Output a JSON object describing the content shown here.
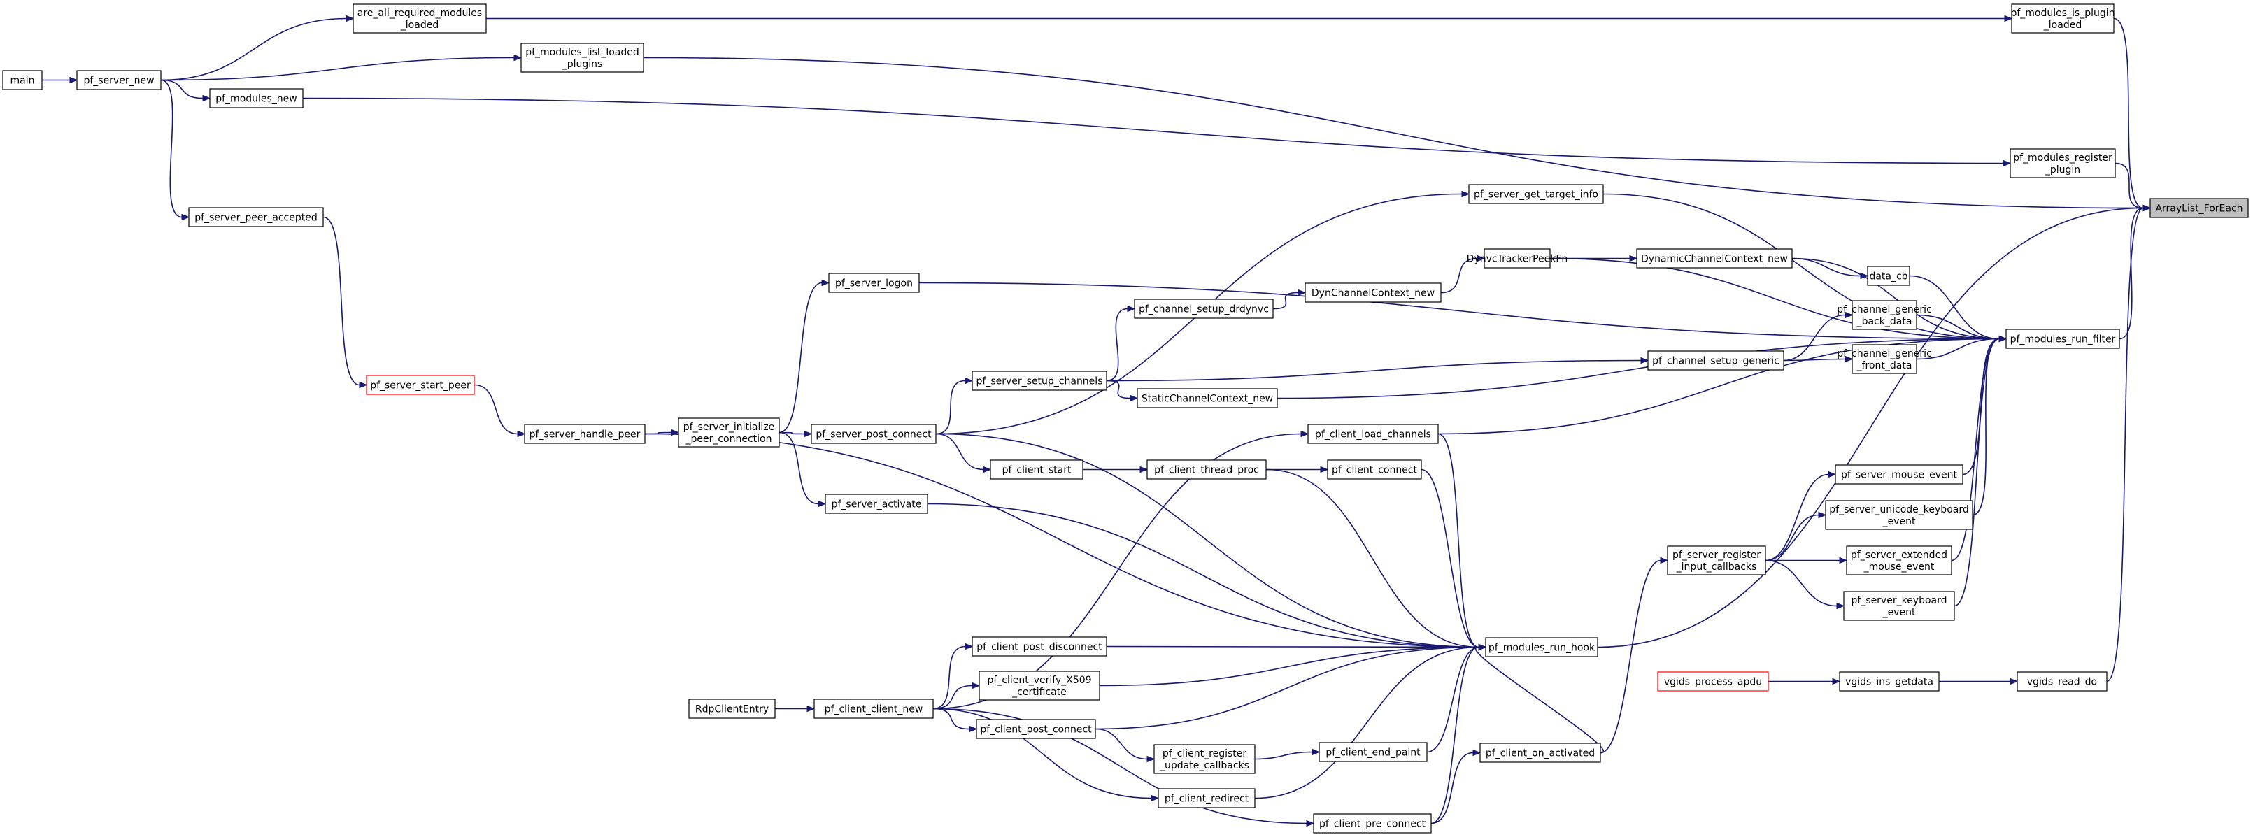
{
  "colors": {
    "edge": "#191970",
    "node_border": "#000000",
    "node_border_truncated": "#ff0000",
    "node_fill": "#ffffff",
    "root_fill": "#bfbfbf"
  },
  "nodes": {
    "main": [
      "main"
    ],
    "pf_server_new": [
      "pf_server_new"
    ],
    "are_all_required_modules_loaded": [
      "are_all_required_modules",
      "_loaded"
    ],
    "pf_modules_list_loaded_plugins": [
      "pf_modules_list_loaded",
      "_plugins"
    ],
    "pf_modules_new": [
      "pf_modules_new"
    ],
    "pf_server_peer_accepted": [
      "pf_server_peer_accepted"
    ],
    "pf_server_start_peer": [
      "pf_server_start_peer"
    ],
    "pf_server_handle_peer": [
      "pf_server_handle_peer"
    ],
    "pf_server_initialize_peer_connection": [
      "pf_server_initialize",
      "_peer_connection"
    ],
    "pf_server_logon": [
      "pf_server_logon"
    ],
    "pf_server_post_connect": [
      "pf_server_post_connect"
    ],
    "pf_server_activate": [
      "pf_server_activate"
    ],
    "pf_server_setup_channels": [
      "pf_server_setup_channels"
    ],
    "pf_channel_setup_drdynvc": [
      "pf_channel_setup_drdynvc"
    ],
    "DynChannelContext_new": [
      "DynChannelContext_new"
    ],
    "pf_server_get_target_info": [
      "pf_server_get_target_info"
    ],
    "DynvcTrackerPeekFn": [
      "DynvcTrackerPeekFn"
    ],
    "DynamicChannelContext_new": [
      "DynamicChannelContext_new"
    ],
    "data_cb": [
      "data_cb"
    ],
    "pf_channel_generic_back_data": [
      "pf_channel_generic",
      "_back_data"
    ],
    "pf_channel_generic_front_data": [
      "pf_channel_generic",
      "_front_data"
    ],
    "pf_channel_setup_generic": [
      "pf_channel_setup_generic"
    ],
    "StaticChannelContext_new": [
      "StaticChannelContext_new"
    ],
    "pf_client_load_channels": [
      "pf_client_load_channels"
    ],
    "pf_client_start": [
      "pf_client_start"
    ],
    "pf_client_thread_proc": [
      "pf_client_thread_proc"
    ],
    "pf_client_connect": [
      "pf_client_connect"
    ],
    "pf_modules_is_plugin_loaded": [
      "pf_modules_is_plugin",
      "_loaded"
    ],
    "pf_modules_register_plugin": [
      "pf_modules_register",
      "_plugin"
    ],
    "ArrayList_ForEach": [
      "ArrayList_ForEach"
    ],
    "pf_modules_run_filter": [
      "pf_modules_run_filter"
    ],
    "pf_server_mouse_event": [
      "pf_server_mouse_event"
    ],
    "pf_server_unicode_keyboard_event": [
      "pf_server_unicode_keyboard",
      "_event"
    ],
    "pf_server_extended_mouse_event": [
      "pf_server_extended",
      "_mouse_event"
    ],
    "pf_server_keyboard_event": [
      "pf_server_keyboard",
      "_event"
    ],
    "pf_server_register_input_callbacks": [
      "pf_server_register",
      "_input_callbacks"
    ],
    "pf_modules_run_hook": [
      "pf_modules_run_hook"
    ],
    "pf_client_post_disconnect": [
      "pf_client_post_disconnect"
    ],
    "pf_client_verify_X509_certificate": [
      "pf_client_verify_X509",
      "_certificate"
    ],
    "pf_client_post_connect": [
      "pf_client_post_connect"
    ],
    "pf_client_register_update_callbacks": [
      "pf_client_register",
      "_update_callbacks"
    ],
    "pf_client_redirect": [
      "pf_client_redirect"
    ],
    "pf_client_pre_connect": [
      "pf_client_pre_connect"
    ],
    "pf_client_end_paint": [
      "pf_client_end_paint"
    ],
    "pf_client_on_activated": [
      "pf_client_on_activated"
    ],
    "RdpClientEntry": [
      "RdpClientEntry"
    ],
    "pf_client_client_new": [
      "pf_client_client_new"
    ],
    "vgids_process_apdu": [
      "vgids_process_apdu"
    ],
    "vgids_ins_getdata": [
      "vgids_ins_getdata"
    ],
    "vgids_read_do": [
      "vgids_read_do"
    ]
  },
  "edges": [
    [
      "main",
      "pf_server_new"
    ],
    [
      "pf_server_new",
      "are_all_required_modules_loaded"
    ],
    [
      "pf_server_new",
      "pf_modules_list_loaded_plugins"
    ],
    [
      "pf_server_new",
      "pf_modules_new"
    ],
    [
      "pf_server_new",
      "pf_server_peer_accepted"
    ],
    [
      "are_all_required_modules_loaded",
      "pf_modules_is_plugin_loaded"
    ],
    [
      "pf_modules_list_loaded_plugins",
      "ArrayList_ForEach"
    ],
    [
      "pf_modules_new",
      "pf_modules_register_plugin"
    ],
    [
      "pf_modules_is_plugin_loaded",
      "ArrayList_ForEach"
    ],
    [
      "pf_modules_register_plugin",
      "ArrayList_ForEach"
    ],
    [
      "pf_server_peer_accepted",
      "pf_server_start_peer"
    ],
    [
      "pf_server_start_peer",
      "pf_server_handle_peer"
    ],
    [
      "pf_server_handle_peer",
      "pf_server_initialize_peer_connection"
    ],
    [
      "pf_server_handle_peer",
      "pf_modules_run_hook"
    ],
    [
      "pf_server_initialize_peer_connection",
      "pf_server_logon"
    ],
    [
      "pf_server_initialize_peer_connection",
      "pf_server_post_connect"
    ],
    [
      "pf_server_initialize_peer_connection",
      "pf_server_activate"
    ],
    [
      "pf_server_logon",
      "pf_modules_run_filter"
    ],
    [
      "pf_server_post_connect",
      "pf_server_get_target_info"
    ],
    [
      "pf_server_post_connect",
      "pf_server_setup_channels"
    ],
    [
      "pf_server_post_connect",
      "pf_client_start"
    ],
    [
      "pf_server_post_connect",
      "pf_modules_run_hook"
    ],
    [
      "pf_server_activate",
      "pf_modules_run_hook"
    ],
    [
      "pf_server_setup_channels",
      "pf_channel_setup_drdynvc"
    ],
    [
      "pf_server_setup_channels",
      "pf_channel_setup_generic"
    ],
    [
      "pf_server_setup_channels",
      "StaticChannelContext_new"
    ],
    [
      "pf_channel_setup_drdynvc",
      "DynChannelContext_new"
    ],
    [
      "DynChannelContext_new",
      "DynvcTrackerPeekFn"
    ],
    [
      "DynvcTrackerPeekFn",
      "DynamicChannelContext_new"
    ],
    [
      "DynvcTrackerPeekFn",
      "pf_modules_run_filter"
    ],
    [
      "DynamicChannelContext_new",
      "data_cb"
    ],
    [
      "DynamicChannelContext_new",
      "pf_modules_run_filter"
    ],
    [
      "data_cb",
      "pf_modules_run_filter"
    ],
    [
      "pf_server_get_target_info",
      "pf_modules_run_filter"
    ],
    [
      "pf_channel_setup_generic",
      "pf_channel_generic_back_data"
    ],
    [
      "pf_channel_setup_generic",
      "pf_channel_generic_front_data"
    ],
    [
      "pf_channel_generic_back_data",
      "pf_modules_run_filter"
    ],
    [
      "pf_channel_generic_front_data",
      "pf_modules_run_filter"
    ],
    [
      "StaticChannelContext_new",
      "pf_modules_run_filter"
    ],
    [
      "pf_client_load_channels",
      "pf_modules_run_filter"
    ],
    [
      "pf_client_load_channels",
      "pf_modules_run_hook"
    ],
    [
      "pf_client_start",
      "pf_client_thread_proc"
    ],
    [
      "pf_client_thread_proc",
      "pf_client_connect"
    ],
    [
      "pf_client_thread_proc",
      "pf_modules_run_hook"
    ],
    [
      "pf_client_connect",
      "pf_modules_run_hook"
    ],
    [
      "pf_modules_run_filter",
      "ArrayList_ForEach"
    ],
    [
      "pf_server_register_input_callbacks",
      "pf_server_mouse_event"
    ],
    [
      "pf_server_register_input_callbacks",
      "pf_server_unicode_keyboard_event"
    ],
    [
      "pf_server_register_input_callbacks",
      "pf_server_extended_mouse_event"
    ],
    [
      "pf_server_register_input_callbacks",
      "pf_server_keyboard_event"
    ],
    [
      "pf_server_mouse_event",
      "pf_modules_run_filter"
    ],
    [
      "pf_server_unicode_keyboard_event",
      "pf_modules_run_filter"
    ],
    [
      "pf_server_extended_mouse_event",
      "pf_modules_run_filter"
    ],
    [
      "pf_server_keyboard_event",
      "pf_modules_run_filter"
    ],
    [
      "pf_modules_run_hook",
      "ArrayList_ForEach"
    ],
    [
      "pf_client_on_activated",
      "pf_server_register_input_callbacks"
    ],
    [
      "pf_client_on_activated",
      "pf_modules_run_hook"
    ],
    [
      "RdpClientEntry",
      "pf_client_client_new"
    ],
    [
      "pf_client_client_new",
      "pf_client_load_channels"
    ],
    [
      "pf_client_client_new",
      "pf_client_post_disconnect"
    ],
    [
      "pf_client_client_new",
      "pf_client_verify_X509_certificate"
    ],
    [
      "pf_client_client_new",
      "pf_client_post_connect"
    ],
    [
      "pf_client_client_new",
      "pf_client_redirect"
    ],
    [
      "pf_client_client_new",
      "pf_client_pre_connect"
    ],
    [
      "pf_client_post_disconnect",
      "pf_modules_run_hook"
    ],
    [
      "pf_client_verify_X509_certificate",
      "pf_modules_run_hook"
    ],
    [
      "pf_client_post_connect",
      "pf_client_register_update_callbacks"
    ],
    [
      "pf_client_post_connect",
      "pf_modules_run_hook"
    ],
    [
      "pf_client_register_update_callbacks",
      "pf_client_end_paint"
    ],
    [
      "pf_client_end_paint",
      "pf_modules_run_hook"
    ],
    [
      "pf_client_redirect",
      "pf_modules_run_hook"
    ],
    [
      "pf_client_pre_connect",
      "pf_client_on_activated"
    ],
    [
      "pf_client_pre_connect",
      "pf_modules_run_hook"
    ],
    [
      "vgids_process_apdu",
      "vgids_ins_getdata"
    ],
    [
      "vgids_ins_getdata",
      "vgids_read_do"
    ],
    [
      "vgids_read_do",
      "ArrayList_ForEach"
    ]
  ]
}
